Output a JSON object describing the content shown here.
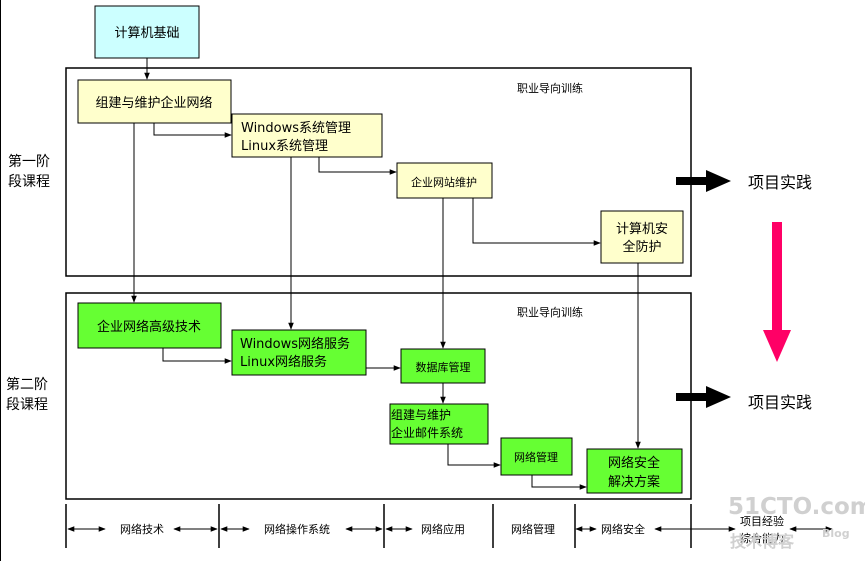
{
  "top_node": "计算机基础",
  "stage1": {
    "label_line1": "第一阶",
    "label_line2": "段课程",
    "tag": "职业导向训练",
    "nodes": {
      "enterprise_network": "组建与维护企业网络",
      "windows_admin": "Windows系统管理",
      "linux_admin": "Linux系统管理",
      "website_maintenance": "企业网站维护",
      "security_line1": "计算机安",
      "security_line2": "全防护"
    },
    "practice": "项目实践"
  },
  "stage2": {
    "label_line1": "第二阶",
    "label_line2": "段课程",
    "tag": "职业导向训练",
    "nodes": {
      "advanced_network": "企业网络高级技术",
      "windows_services": "Windows网络服务",
      "linux_services": "Linux网络服务",
      "database_management": "数据库管理",
      "mail_line1": "组建与维护",
      "mail_line2": "企业邮件系统",
      "network_management": "网络管理",
      "security_line1": "网络安全",
      "security_line2": "解决方案"
    },
    "practice": "项目实践"
  },
  "timeline": {
    "segments": [
      "网络技术",
      "网络操作系统",
      "网络应用",
      "网络管理",
      "网络安全"
    ],
    "last_line1": "项目经验",
    "last_line2": "综合能力"
  },
  "watermark": {
    "site": "51CTO.com",
    "sub": "技术博客",
    "blog": "Blog"
  },
  "colors": {
    "top_node_fill": "#ccffff",
    "stage1_node_fill": "#ffffcc",
    "stage2_node_fill": "#66ff33",
    "red_arrow": "#ff0066",
    "watermark": "#d0d0d0"
  }
}
